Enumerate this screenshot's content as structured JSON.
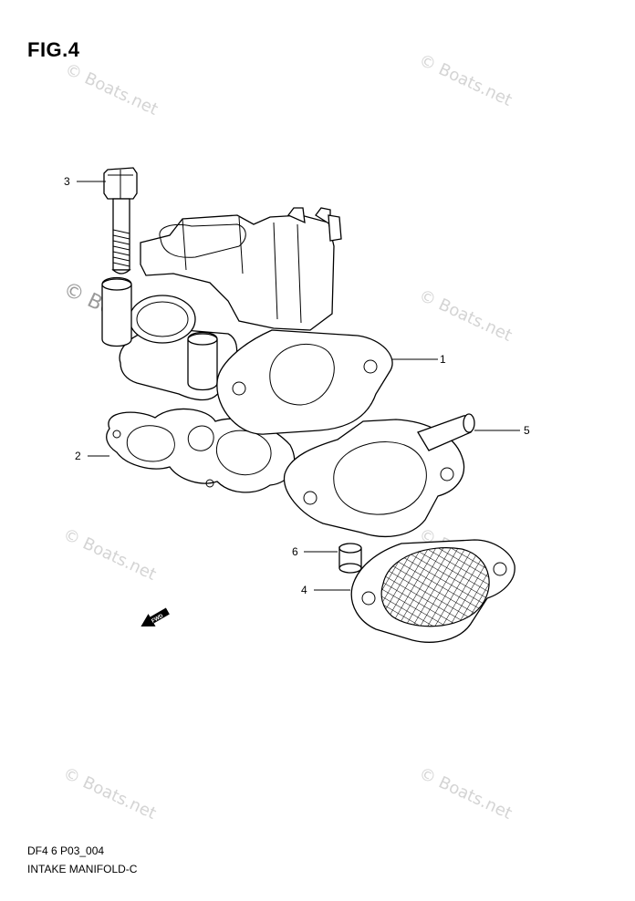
{
  "figure": {
    "title": "FIG.4"
  },
  "footer": {
    "code": "DF4 6 P03_004",
    "name": "INTAKE MANIFOLD-C"
  },
  "callouts": [
    {
      "number": "1"
    },
    {
      "number": "2"
    },
    {
      "number": "3"
    },
    {
      "number": "4"
    },
    {
      "number": "5"
    },
    {
      "number": "6"
    }
  ],
  "fwd_arrow": {
    "label": "FWD"
  },
  "watermarks": [
    {
      "text": "© Boats.net"
    },
    {
      "text": "© Boats.net"
    },
    {
      "text": "© Boats.net"
    },
    {
      "text": "© Boats.net"
    },
    {
      "text": "© Boats.net"
    },
    {
      "text": "© Boats.net"
    },
    {
      "text": "© Boats.net"
    },
    {
      "text": "© Boats.net"
    }
  ],
  "colors": {
    "line": "#000000",
    "watermark_light": "#d4d4d4",
    "watermark_dark": "#9a9a9a"
  }
}
